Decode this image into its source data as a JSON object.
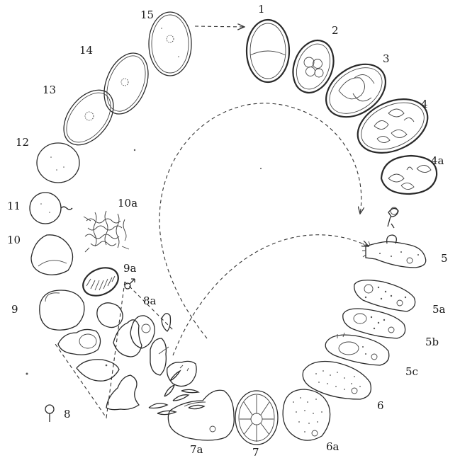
{
  "stages": [
    {
      "id": "s1",
      "label": "1"
    },
    {
      "id": "s2",
      "label": "2"
    },
    {
      "id": "s3",
      "label": "3"
    },
    {
      "id": "s4",
      "label": "4"
    },
    {
      "id": "s4a",
      "label": "4a"
    },
    {
      "id": "s5",
      "label": "5"
    },
    {
      "id": "s5a",
      "label": "5a"
    },
    {
      "id": "s5b",
      "label": "5b"
    },
    {
      "id": "s5c",
      "label": "5c"
    },
    {
      "id": "s6",
      "label": "6"
    },
    {
      "id": "s6a",
      "label": "6a"
    },
    {
      "id": "s7",
      "label": "7"
    },
    {
      "id": "s7a",
      "label": "7a"
    },
    {
      "id": "s8",
      "label": "8"
    },
    {
      "id": "s8a",
      "label": "8a"
    },
    {
      "id": "s9",
      "label": "9"
    },
    {
      "id": "s9a",
      "label": "9a"
    },
    {
      "id": "s10",
      "label": "10"
    },
    {
      "id": "s10a",
      "label": "10a"
    },
    {
      "id": "s11",
      "label": "11"
    },
    {
      "id": "s12",
      "label": "12"
    },
    {
      "id": "s13",
      "label": "13"
    },
    {
      "id": "s14",
      "label": "14"
    },
    {
      "id": "s15",
      "label": "15"
    }
  ]
}
